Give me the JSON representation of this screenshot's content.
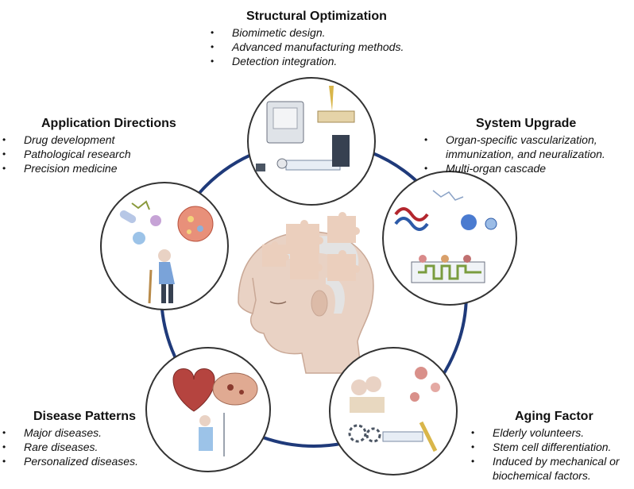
{
  "structural": {
    "title": "Structural Optimization",
    "items": [
      "Biomimetic design.",
      "Advanced manufacturing methods.",
      "Detection integration."
    ]
  },
  "application": {
    "title": "Application Directions",
    "items": [
      "Drug development",
      "Pathological research",
      "Precision medicine"
    ]
  },
  "system": {
    "title": "System Upgrade",
    "items": [
      "Organ-specific vascularization,",
      "immunization, and neuralization.",
      "Multi-organ cascade"
    ]
  },
  "disease": {
    "title": "Disease Patterns",
    "items": [
      "Major diseases.",
      "Rare diseases.",
      "Personalized diseases."
    ]
  },
  "aging": {
    "title": "Aging Factor",
    "items": [
      "Elderly volunteers.",
      "Stem cell differentiation.",
      "Induced by mechanical or",
      "biochemical factors."
    ]
  },
  "colors": {
    "ring": "#1f3a7a",
    "circle_border": "#333333",
    "skin": "#e9d2c4",
    "puzzle": "#ebcfbd",
    "hair": "#e3e3e3"
  },
  "icons": [
    "lab-equipment-icon",
    "organ-cells-icon",
    "elderly-person-icon",
    "heart-icon",
    "brain-icon",
    "vascular-network-icon",
    "microfluidic-chip-icon",
    "puzzle-head-icon"
  ]
}
